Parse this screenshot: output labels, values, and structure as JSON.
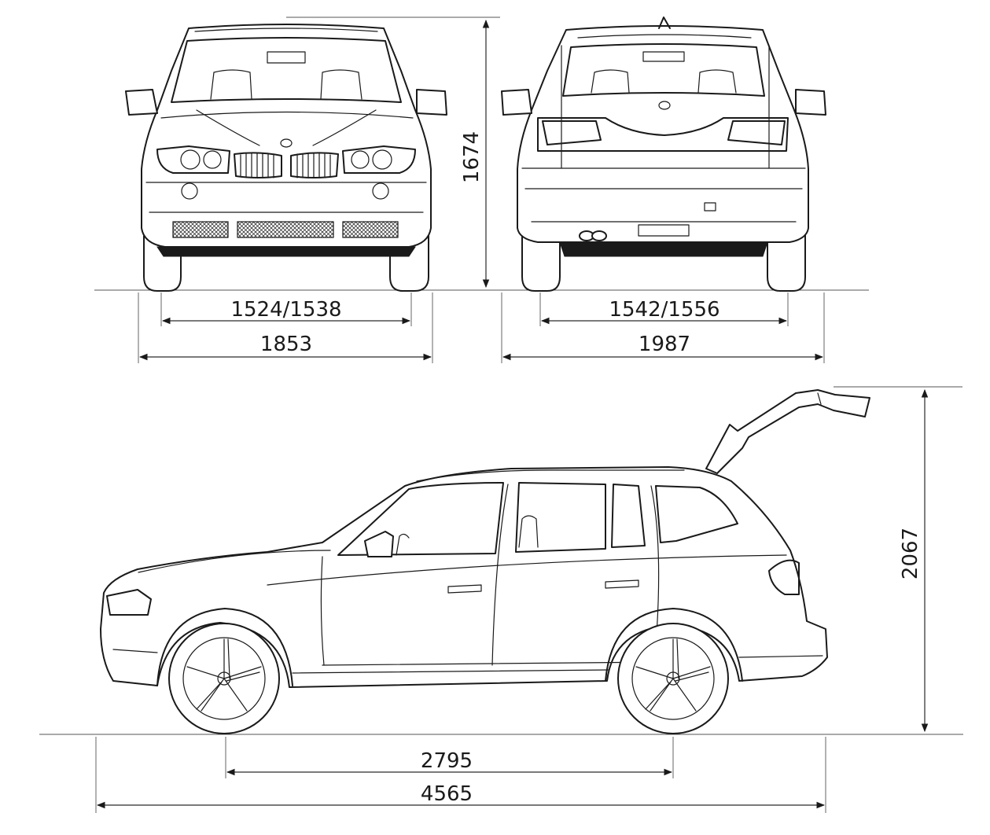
{
  "dimensions": {
    "height": "1674",
    "front_track": "1524/1538",
    "width_body": "1853",
    "rear_track": "1542/1556",
    "width_mirrors": "1987",
    "height_tailgate_open": "2067",
    "wheelbase": "2795",
    "length": "4565"
  },
  "colors": {
    "line": "#1a1a1a",
    "background": "#ffffff"
  }
}
